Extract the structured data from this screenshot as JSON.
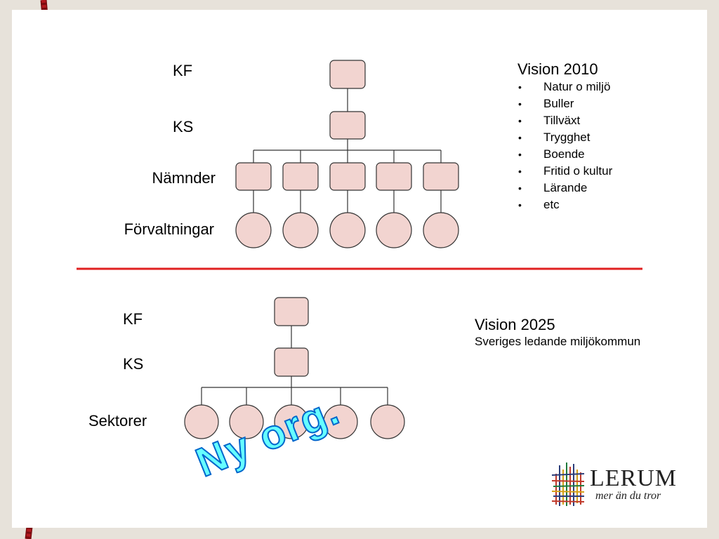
{
  "top_org": {
    "levels": [
      "KF",
      "KS",
      "Nämnder",
      "Förvaltningar"
    ]
  },
  "bottom_org": {
    "levels": [
      "KF",
      "KS",
      "Sektorer"
    ]
  },
  "vision_2010": {
    "title": "Vision 2010",
    "items": [
      "Natur o miljö",
      "Buller",
      "Tillväxt",
      "Trygghet",
      "Boende",
      "Fritid o kultur",
      "Lärande",
      "etc"
    ]
  },
  "vision_2025": {
    "title": "Vision 2025",
    "subtitle": "Sveriges ledande miljökommun"
  },
  "stamp": {
    "text": "Ny org."
  },
  "logo": {
    "word": "LERUM",
    "tagline": "mer än du tror"
  },
  "colors": {
    "node_fill": "#f2d4d0",
    "node_stroke": "#333333",
    "divider": "#e02020",
    "stamp_fill": "#66ffff",
    "stamp_stroke": "#0066cc",
    "rope": "#a8161c"
  }
}
